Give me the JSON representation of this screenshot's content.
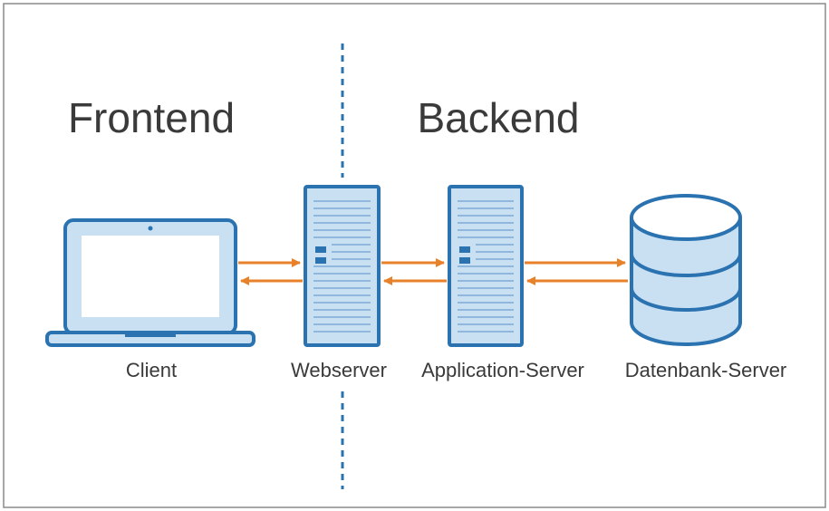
{
  "sections": {
    "frontend": "Frontend",
    "backend": "Backend"
  },
  "nodes": {
    "client": "Client",
    "webserver": "Webserver",
    "application_server": "Application-Server",
    "database_server": "Datenbank-Server"
  },
  "colors": {
    "device_stroke": "#2a72b0",
    "device_fill": "#c9e0f3",
    "arrow": "#e8822a",
    "divider": "#2a72b0",
    "text": "#3a3a3a"
  },
  "icons": {
    "client": "laptop-icon",
    "webserver": "server-tower-icon",
    "application_server": "server-tower-icon",
    "database_server": "database-icon"
  }
}
